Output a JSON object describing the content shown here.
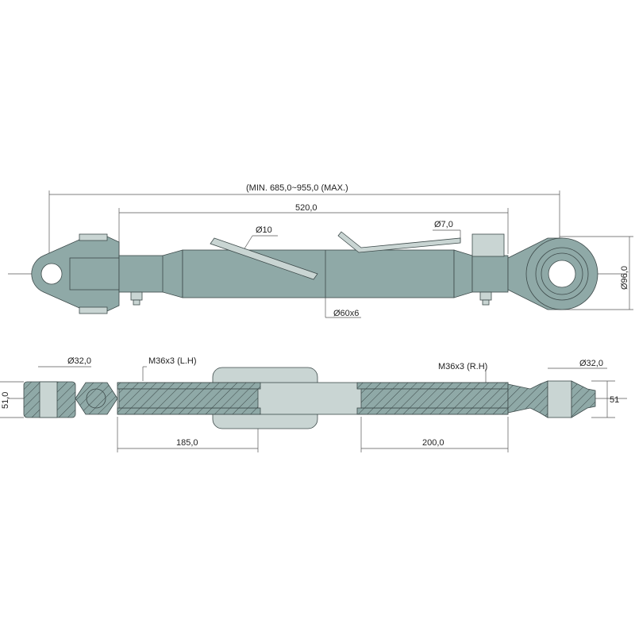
{
  "colors": {
    "steel": "#8fa9a7",
    "steel_light": "#c9d5d3",
    "outline": "#3d4a4a",
    "dim": "#555"
  },
  "top_view": {
    "overall_length": "(MIN. 685,0~955,0 (MAX.)",
    "tube_length": "520,0",
    "pin_diameter": "Ø10",
    "pin2_diameter": "Ø7,0",
    "tube_section": "Ø60x6",
    "eye_diameter": "Ø96,0"
  },
  "section_view": {
    "left_hole": "Ø32,0",
    "left_thread": "M36x3 (L.H)",
    "right_thread": "M36x3 (R.H)",
    "right_hole": "Ø32,0",
    "left_width": "51,0",
    "right_width": "51",
    "left_engagement": "185,0",
    "right_engagement": "200,0"
  }
}
